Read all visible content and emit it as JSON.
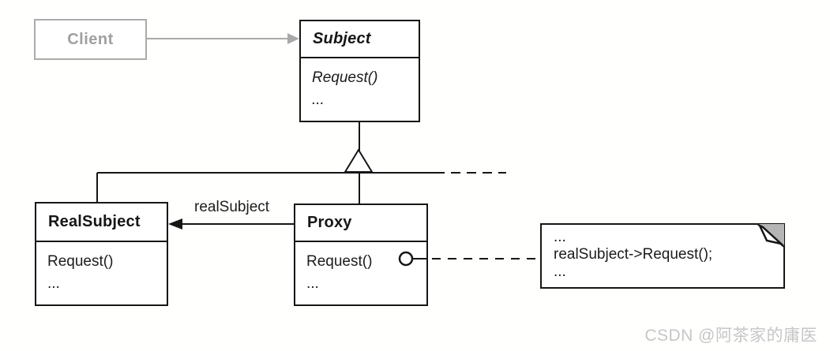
{
  "diagram": {
    "client": {
      "name": "Client"
    },
    "subject": {
      "name": "Subject",
      "methods": [
        "Request()",
        "..."
      ]
    },
    "real_subject": {
      "name": "RealSubject",
      "methods": [
        "Request()",
        "..."
      ]
    },
    "proxy": {
      "name": "Proxy",
      "methods": [
        "Request()",
        "..."
      ]
    },
    "association_label": "realSubject",
    "note": {
      "lines": [
        "...",
        "realSubject->Request();",
        "..."
      ]
    },
    "watermark": "CSDN @阿茶家的庸医"
  },
  "colors": {
    "line": "#161616",
    "muted_gray": "#a9a9a9",
    "note_fold_gray": "#b5b5b5",
    "watermark_gray": "#c6c6c6",
    "background": "#ffffff"
  }
}
